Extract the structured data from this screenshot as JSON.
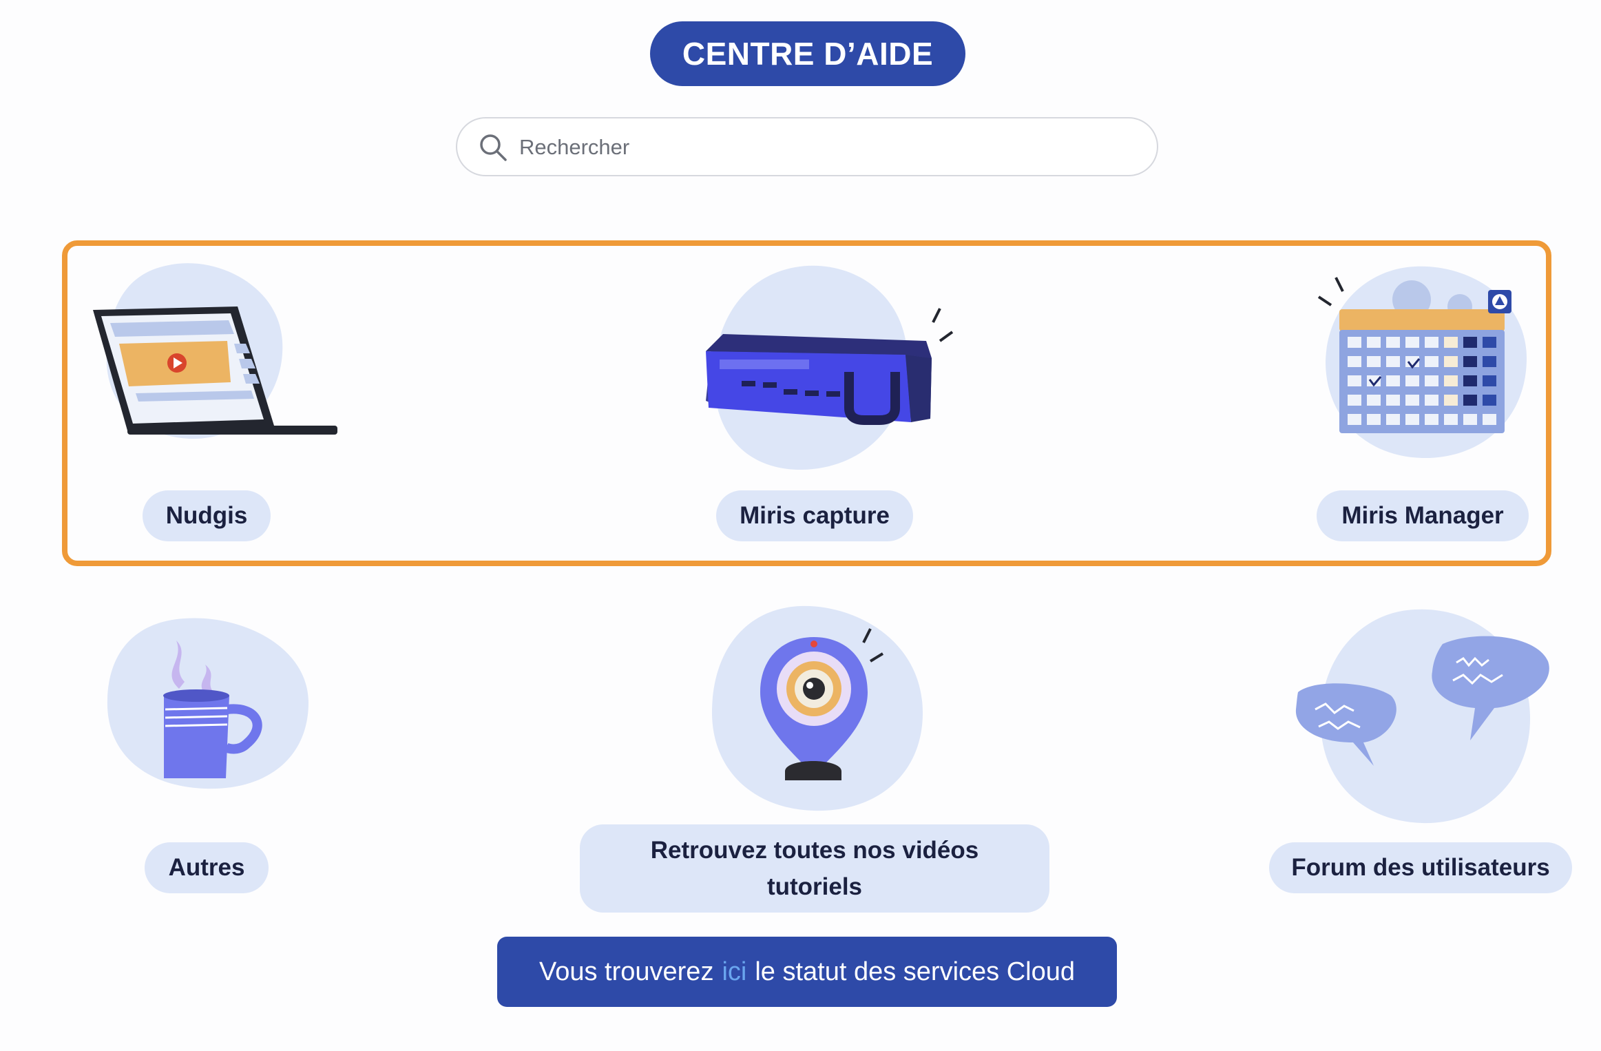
{
  "header": {
    "title": "CENTRE D’AIDE"
  },
  "search": {
    "placeholder": "Rechercher",
    "value": "",
    "icon": "search-icon"
  },
  "cards": [
    {
      "label": "Nudgis",
      "icon": "laptop-video-icon"
    },
    {
      "label": "Miris capture",
      "icon": "capture-device-icon"
    },
    {
      "label": "Miris Manager",
      "icon": "calendar-gear-icon"
    },
    {
      "label": "Autres",
      "icon": "coffee-mug-icon"
    },
    {
      "label": "Retrouvez toutes nos vidéos tutoriels",
      "icon": "webcam-icon"
    },
    {
      "label": "Forum des utilisateurs",
      "icon": "chat-bubbles-icon"
    }
  ],
  "cloud_banner": {
    "before": "Vous trouverez",
    "link": "ici",
    "after": "le statut des services Cloud"
  },
  "colors": {
    "primary": "#2e4aa8",
    "highlight_border": "#ef9a38",
    "label_bg": "#dde6f8",
    "link": "#6aa6ef"
  }
}
